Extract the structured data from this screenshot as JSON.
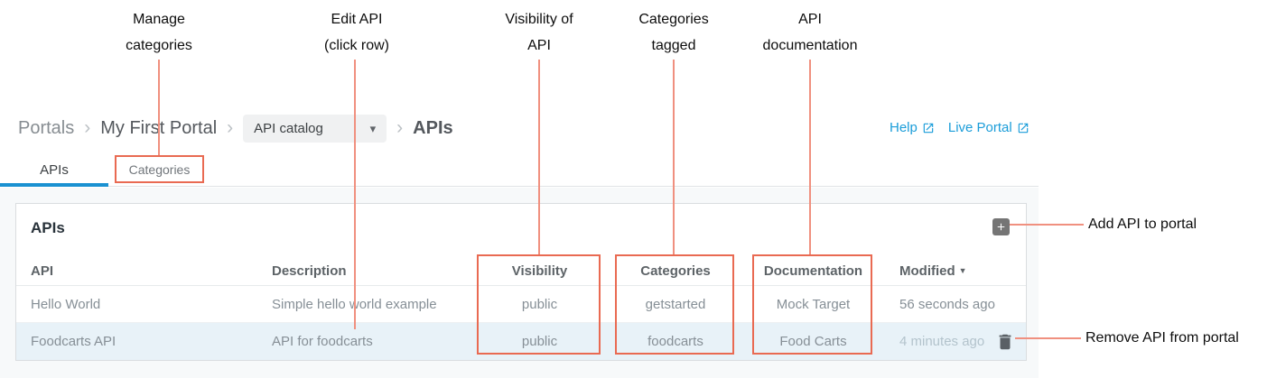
{
  "annotations": {
    "top_labels": [
      {
        "line1": "Manage",
        "line2": "categories"
      },
      {
        "line1": "Edit API",
        "line2": "(click row)"
      },
      {
        "line1": "Visibility of",
        "line2": "API"
      },
      {
        "line1": "Categories",
        "line2": "tagged"
      },
      {
        "line1": "API",
        "line2": "documentation"
      }
    ],
    "add_api_label": "Add API to portal",
    "remove_api_label": "Remove API from portal"
  },
  "breadcrumb": {
    "portals": "Portals",
    "portal_name": "My First Portal",
    "dropdown_value": "API catalog",
    "current_page": "APIs",
    "separator": "›"
  },
  "header_links": {
    "help": "Help",
    "live_portal": "Live Portal"
  },
  "tabs": {
    "apis": "APIs",
    "categories": "Categories"
  },
  "panel": {
    "title": "APIs",
    "table": {
      "columns": [
        "API",
        "Description",
        "Visibility",
        "Categories",
        "Documentation",
        "Modified"
      ],
      "sort_indicator": "▼",
      "rows": [
        {
          "api": "Hello World",
          "description": "Simple hello world example",
          "visibility": "public",
          "categories": "getstarted",
          "documentation": "Mock Target",
          "modified": "56 seconds ago"
        },
        {
          "api": "Foodcarts API",
          "description": "API for foodcarts",
          "visibility": "public",
          "categories": "foodcarts",
          "documentation": "Food Carts",
          "modified": "4 minutes ago"
        }
      ]
    }
  },
  "icons": {
    "dropdown_caret": "▾"
  },
  "colors": {
    "annotation_red": "#e96a52",
    "annotation_line": "#f0907f",
    "link_blue": "#1b9dd9",
    "tab_underline": "#1a91d1",
    "row_highlight": "#e8f2f8",
    "add_button_bg": "#757575"
  }
}
